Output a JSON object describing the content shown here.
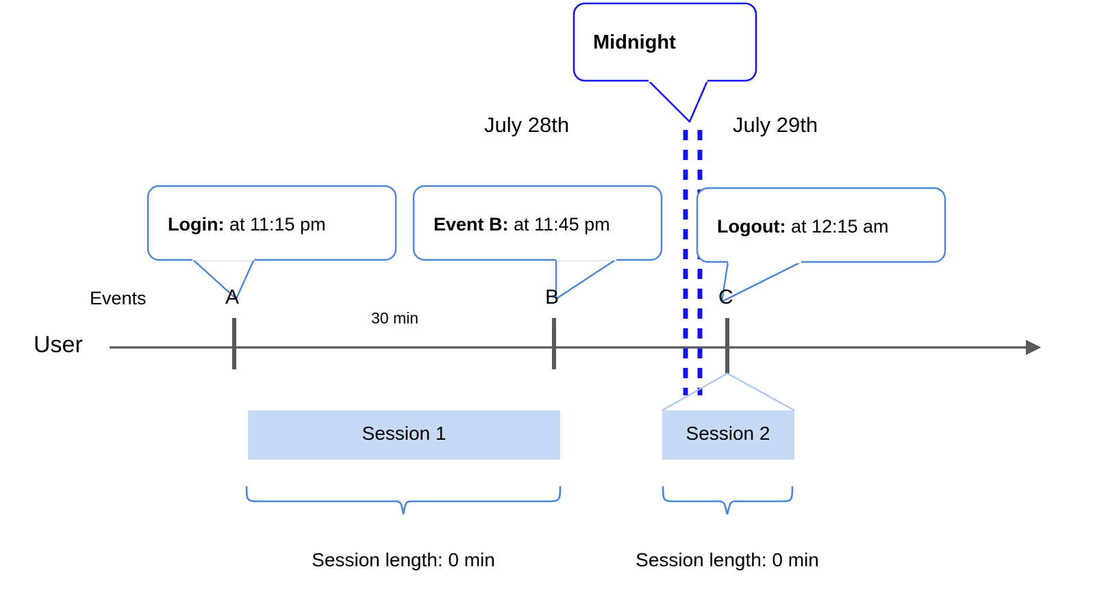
{
  "diagram": {
    "title_row": {
      "lane_label": "User",
      "events_label": "Events"
    },
    "colors": {
      "midnight_blue": "#1414e6",
      "callout_blue": "#4a86d8",
      "session_fill": "#c6d9f5",
      "axis_gray": "#595959",
      "brace_blue": "#4a86d8",
      "text_black": "#000000"
    },
    "midnight_callout": {
      "label": "Midnight"
    },
    "dates": [
      {
        "label": "July 28th"
      },
      {
        "label": "July 29th"
      }
    ],
    "event_callouts": [
      {
        "strong": "Login:",
        "rest": " at 11:15 pm"
      },
      {
        "strong": "Event B:",
        "rest": " at 11:45 pm"
      },
      {
        "strong": "Logout:",
        "rest": " at 12:15 am"
      }
    ],
    "event_markers": [
      {
        "label": "A"
      },
      {
        "label": "B"
      },
      {
        "label": "C"
      }
    ],
    "duration_labels": [
      {
        "label": "30 min"
      }
    ],
    "sessions": [
      {
        "label": "Session 1",
        "length_label": "Session length: 0 min"
      },
      {
        "label": "Session 2",
        "length_label": "Session length: 0 min"
      }
    ]
  }
}
